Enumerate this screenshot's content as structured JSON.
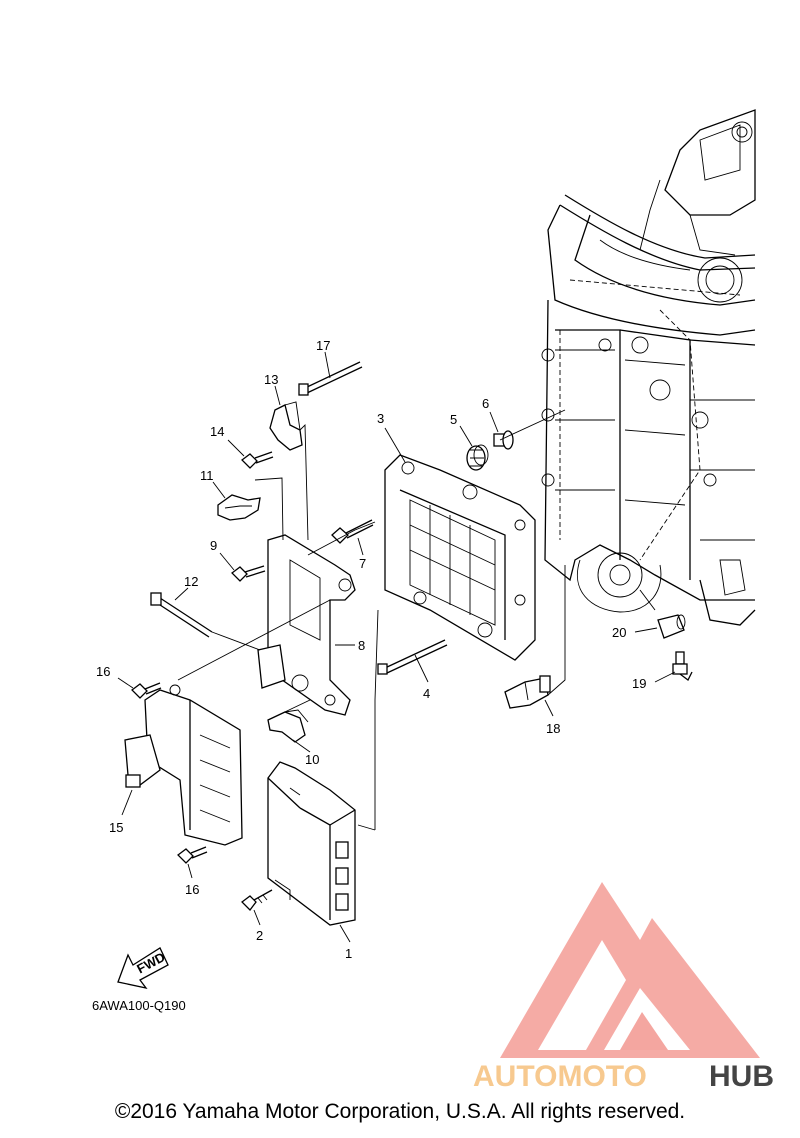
{
  "diagram": {
    "part_numbers": [
      "1",
      "2",
      "3",
      "4",
      "5",
      "6",
      "7",
      "8",
      "9",
      "10",
      "11",
      "12",
      "13",
      "14",
      "15",
      "16",
      "16",
      "17",
      "18",
      "19",
      "20"
    ],
    "fwd_label": "FWD",
    "diagram_code": "6AWA100-Q190"
  },
  "watermark": {
    "brand_part1": "AUTOMOTO",
    "brand_part2": "HUB",
    "color_primary": "#F4A6A0",
    "color_secondary": "#F7C98F",
    "color_dark": "#444444"
  },
  "footer": {
    "copyright": "©2016 Yamaha Motor Corporation, U.S.A. All rights reserved."
  }
}
